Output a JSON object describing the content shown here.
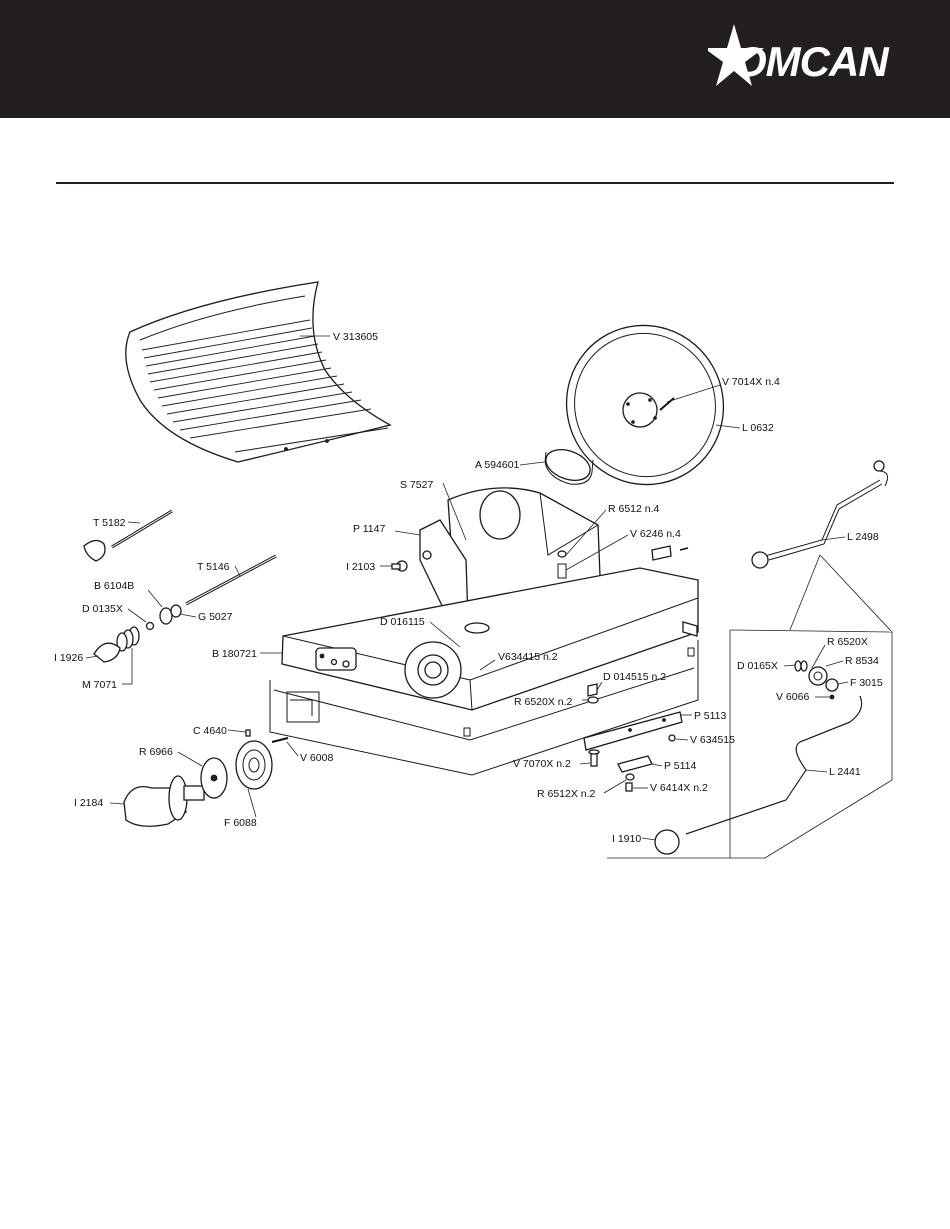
{
  "brand": {
    "name": "OMCAN",
    "header_color": "#231f20"
  },
  "labels": {
    "v313605": "V 313605",
    "v7014x": "V 7014X   n.4",
    "l0632": "L 0632",
    "a594601": "A 594601",
    "s7527": "S 7527",
    "r6512": "R 6512   n.4",
    "v6246": "V 6246   n.4",
    "t5182": "T 5182",
    "p1147": "P 1147",
    "l2498": "L 2498",
    "i2103": "I 2103",
    "t5146": "T 5146",
    "b6104b": "B 6104B",
    "d0135x": "D 0135X",
    "g5027": "G 5027",
    "d016115": "D 016115",
    "r6520x_right": "R 6520X",
    "i1926": "I 1926",
    "b180721": "B 180721",
    "v634415": "V634415   n.2",
    "d0165x": "D 0165X",
    "r8534": "R 8534",
    "d014515": "D 014515   n.2",
    "f3015": "F 3015",
    "m7071": "M 7071",
    "r6520x": "R 6520X   n.2",
    "v6066": "V 6066",
    "p5113": "P 5113",
    "c4640": "C 4640",
    "v634515": "V 634515",
    "r6966": "R 6966",
    "v6008": "V 6008",
    "v7070x": "V 7070X   n.2",
    "l2441": "L 2441",
    "p5114": "P 5114",
    "i2184": "I 2184",
    "r6512x": "R 6512X   n.2",
    "v6414x": "V 6414X   n.2",
    "f6088": "F 6088",
    "i1910": "I 1910"
  }
}
